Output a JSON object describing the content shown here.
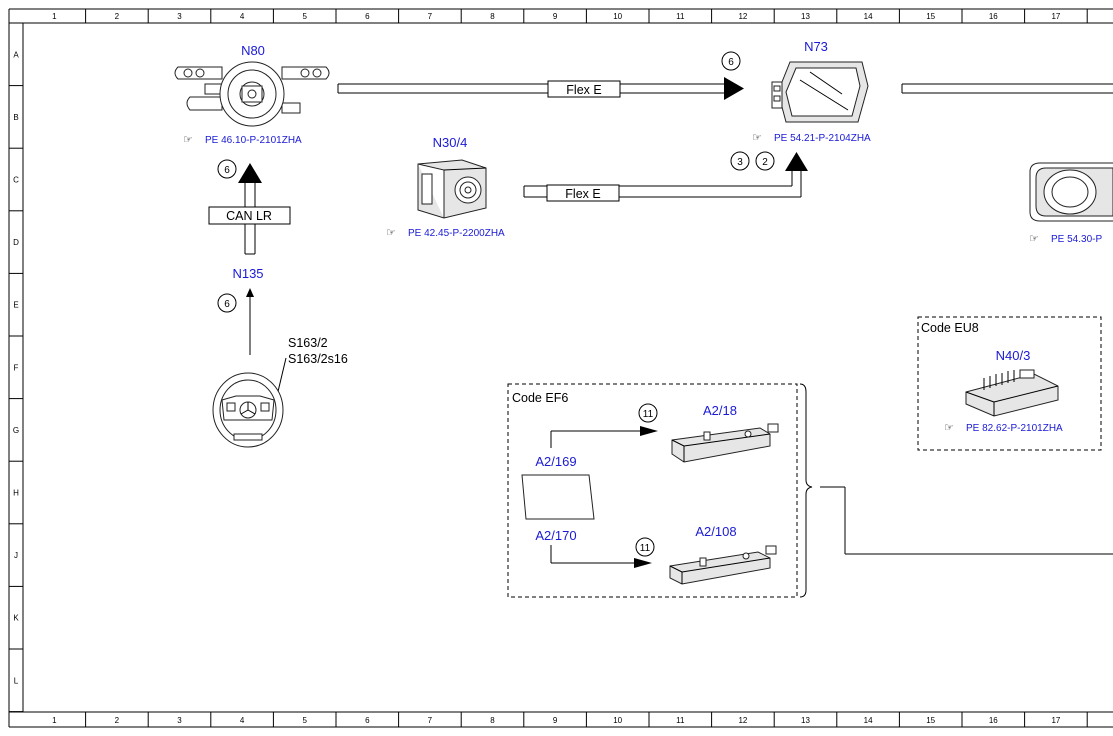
{
  "frame": {
    "columns": [
      "1",
      "2",
      "3",
      "4",
      "5",
      "6",
      "7",
      "8",
      "9",
      "10",
      "11",
      "12",
      "13",
      "14",
      "15",
      "16",
      "17"
    ],
    "rows": [
      "A",
      "B",
      "C",
      "D",
      "E",
      "F",
      "G",
      "H",
      "J",
      "K",
      "L"
    ]
  },
  "ref_icon": "pointing-hand-icon",
  "components": {
    "n80": {
      "name": "N80",
      "ref": "PE 46.10-P-2101ZHA"
    },
    "n73": {
      "name": "N73",
      "ref": "PE 54.21-P-2104ZHA"
    },
    "n30_4": {
      "name": "N30/4",
      "ref": "PE 42.45-P-2200ZHA"
    },
    "n135": {
      "name": "N135"
    },
    "s163": {
      "line1": "S163/2",
      "line2": "S163/2s16"
    },
    "right_partial": {
      "ref": "PE 54.30-P"
    },
    "n40_3": {
      "name": "N40/3",
      "ref": "PE 82.62-P-2101ZHA"
    },
    "a2_18": {
      "name": "A2/18"
    },
    "a2_169": {
      "name": "A2/169"
    },
    "a2_170": {
      "name": "A2/170"
    },
    "a2_108": {
      "name": "A2/108"
    }
  },
  "connections": {
    "flex_top": "Flex E",
    "flex_mid": "Flex E",
    "can_lr": "CAN LR"
  },
  "numbers": {
    "n73_in": "6",
    "n73_mid_a": "3",
    "n73_mid_b": "2",
    "n80_in": "6",
    "n135_in": "6",
    "a2_18_in": "11",
    "a2_108_in": "11"
  },
  "code_boxes": {
    "ef6": "Code EF6",
    "eu8": "Code EU8"
  },
  "colors": {
    "component_label": "#1a1ad6",
    "line": "#000000"
  }
}
